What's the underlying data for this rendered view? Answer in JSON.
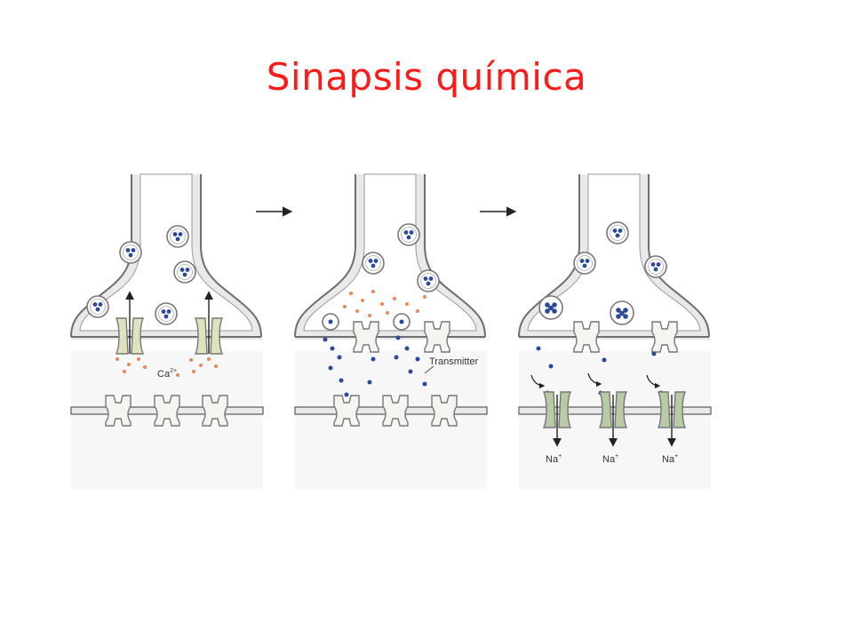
{
  "title": "Sinapsis química",
  "labels": {
    "calcium": "Ca",
    "calcium_charge": "2+",
    "transmitter": "Transmitter",
    "sodium": "Na",
    "sodium_charge": "+"
  },
  "colors": {
    "title": "#ff1a1a",
    "vesicle_dot": "#2c4a9a",
    "calcium_dot": "#e8875a",
    "channel_closed": "#f4f4f0",
    "channel_yellow": "#dfe2bd",
    "channel_green": "#b9cba4",
    "membrane_fill": "#e9e9e9",
    "outline": "#6e6e6e"
  },
  "icons": [
    "right-arrow-icon",
    "synaptic-vesicle-icon",
    "ion-channel-icon",
    "curved-arrow-icon"
  ]
}
